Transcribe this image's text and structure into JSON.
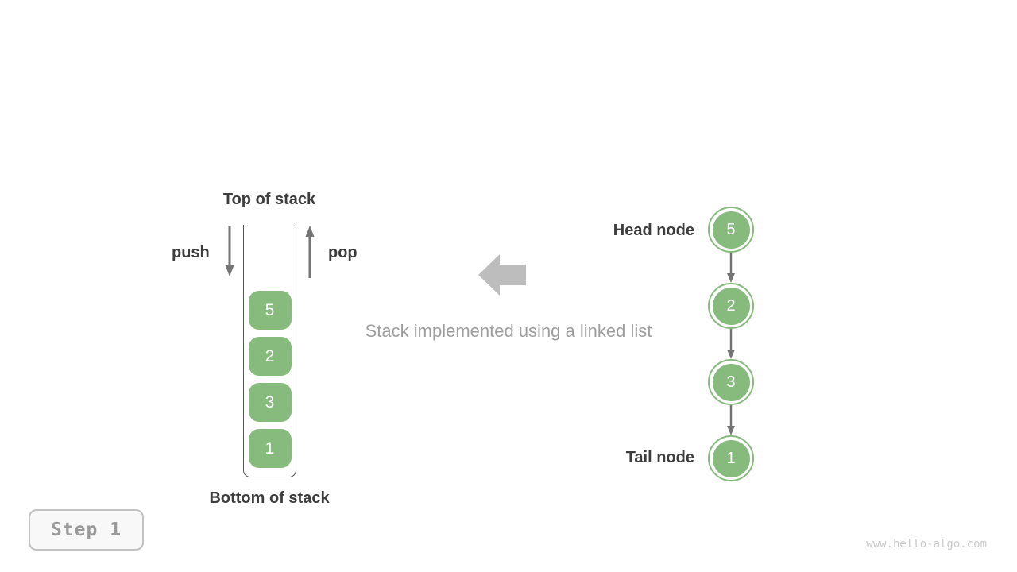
{
  "stack": {
    "top_label": "Top of stack",
    "bottom_label": "Bottom of stack",
    "push_label": "push",
    "pop_label": "pop",
    "items": [
      "5",
      "2",
      "3",
      "1"
    ]
  },
  "caption": {
    "text": "Stack implemented using a linked list"
  },
  "linked_list": {
    "head_label": "Head node",
    "tail_label": "Tail node",
    "nodes": [
      "5",
      "2",
      "3",
      "1"
    ]
  },
  "step_badge": {
    "label": "Step 1"
  },
  "watermark": {
    "text": "www.hello-algo.com"
  },
  "icons": {
    "push_arrow": "down-arrow",
    "pop_arrow": "up-arrow",
    "transform_arrow": "big-left-arrow",
    "node_link": "down-arrow-connector"
  },
  "colors": {
    "node_green": "#87bb7e",
    "small_arrow_gray": "#757575",
    "big_arrow_gray": "#bdbdbd",
    "label_dark": "#3d3d3d",
    "caption_gray": "#9e9e9e",
    "container_border": "#555555",
    "badge_border": "#c2c2c2",
    "badge_bg": "#f8f8f8",
    "badge_text": "#9a9a9a",
    "watermark_gray": "#c9c9c9"
  }
}
